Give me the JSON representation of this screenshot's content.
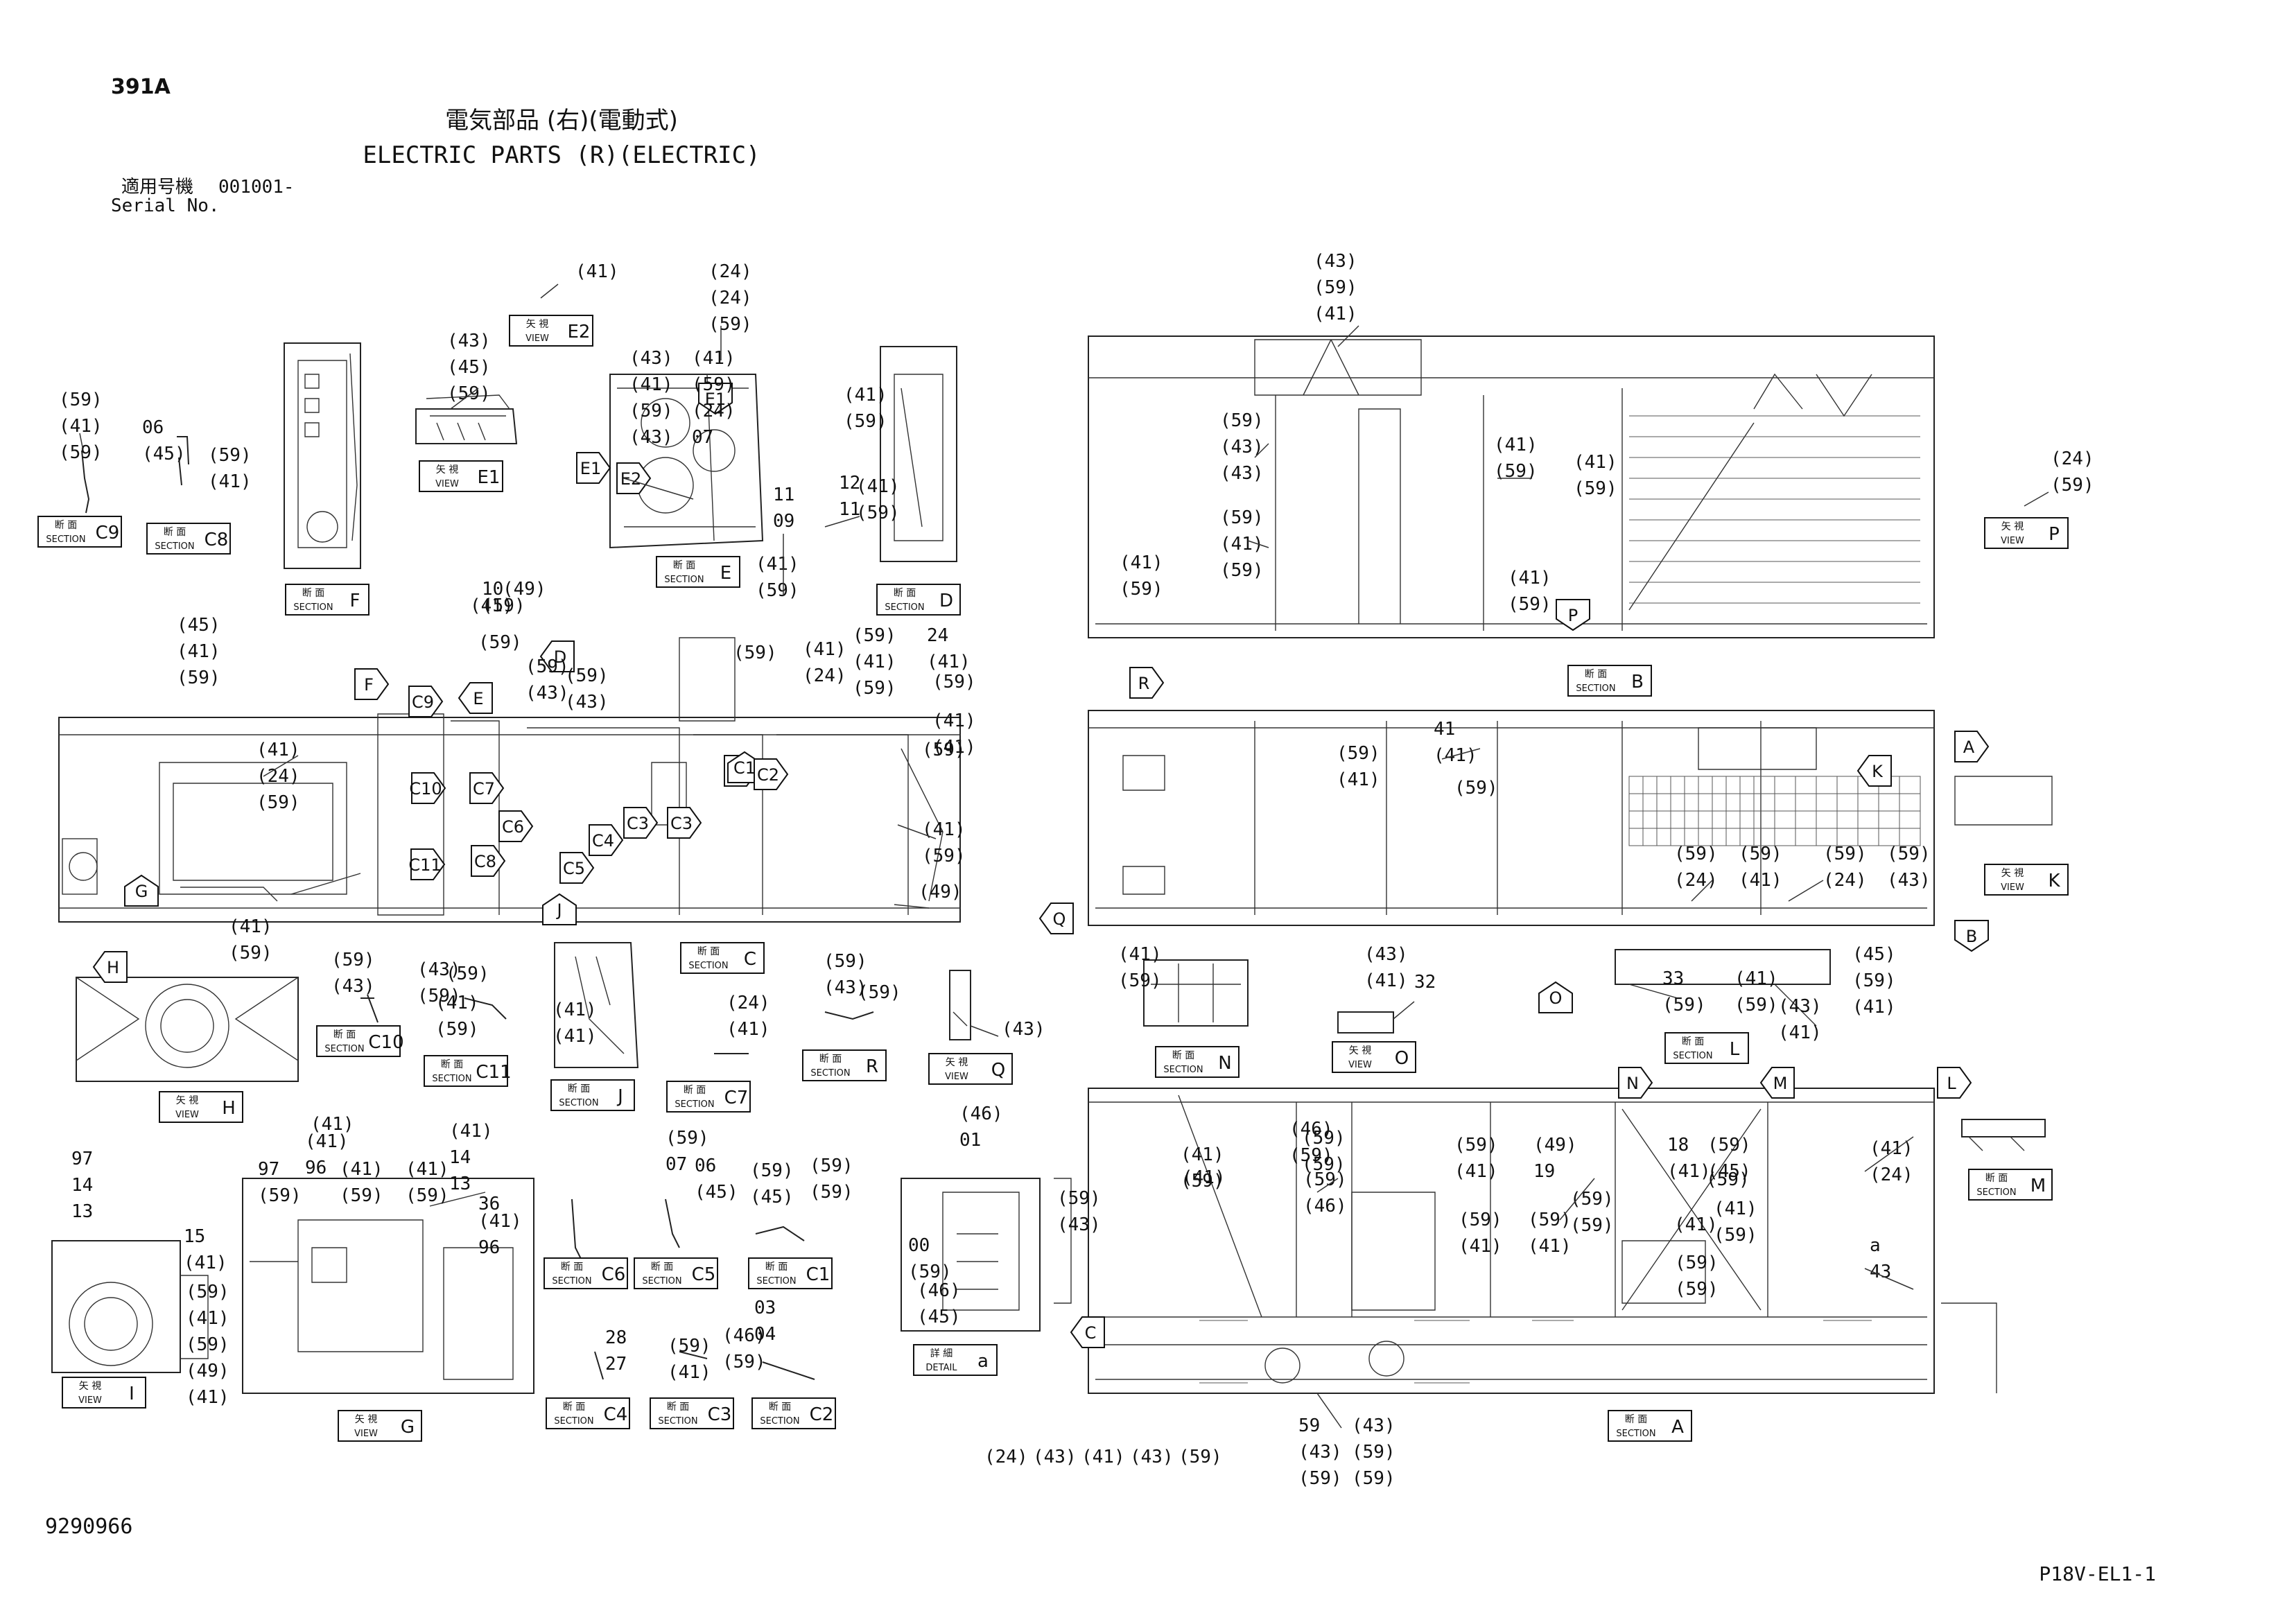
{
  "header": {
    "code": "391A",
    "title_jp": "電気部品 (右)(電動式)",
    "title_en": "ELECTRIC PARTS (R)(ELECTRIC)",
    "serial_jp": "適用号機",
    "serial_value": "001001-",
    "serial_en": "Serial No."
  },
  "footer": {
    "doc_number": "9290966",
    "sheet_code": "P18V-EL1-1"
  },
  "view_labels": [
    {
      "jp": "矢 視",
      "en": "VIEW",
      "letter": "E2"
    },
    {
      "jp": "矢 視",
      "en": "VIEW",
      "letter": "E1"
    },
    {
      "jp": "断 面",
      "en": "SECTION",
      "letter": "C9"
    },
    {
      "jp": "断 面",
      "en": "SECTION",
      "letter": "C8"
    },
    {
      "jp": "断 面",
      "en": "SECTION",
      "letter": "F"
    },
    {
      "jp": "断 面",
      "en": "SECTION",
      "letter": "E"
    },
    {
      "jp": "断 面",
      "en": "SECTION",
      "letter": "D"
    },
    {
      "jp": "断 面",
      "en": "SECTION",
      "letter": "B"
    },
    {
      "jp": "矢 視",
      "en": "VIEW",
      "letter": "P"
    },
    {
      "jp": "矢 視",
      "en": "VIEW",
      "letter": "K"
    },
    {
      "jp": "断 面",
      "en": "SECTION",
      "letter": "C"
    },
    {
      "jp": "断 面",
      "en": "SECTION",
      "letter": "C10"
    },
    {
      "jp": "断 面",
      "en": "SECTION",
      "letter": "C11"
    },
    {
      "jp": "矢 視",
      "en": "VIEW",
      "letter": "H"
    },
    {
      "jp": "断 面",
      "en": "SECTION",
      "letter": "J"
    },
    {
      "jp": "断 面",
      "en": "SECTION",
      "letter": "C7"
    },
    {
      "jp": "断 面",
      "en": "SECTION",
      "letter": "R"
    },
    {
      "jp": "矢 視",
      "en": "VIEW",
      "letter": "Q"
    },
    {
      "jp": "断 面",
      "en": "SECTION",
      "letter": "N"
    },
    {
      "jp": "矢 視",
      "en": "VIEW",
      "letter": "O"
    },
    {
      "jp": "断 面",
      "en": "SECTION",
      "letter": "L"
    },
    {
      "jp": "断 面",
      "en": "SECTION",
      "letter": "M"
    },
    {
      "jp": "断 面",
      "en": "SECTION",
      "letter": "C6"
    },
    {
      "jp": "断 面",
      "en": "SECTION",
      "letter": "C5"
    },
    {
      "jp": "断 面",
      "en": "SECTION",
      "letter": "C1"
    },
    {
      "jp": "詳 細",
      "en": "DETAIL",
      "letter": "a"
    },
    {
      "jp": "矢 視",
      "en": "VIEW",
      "letter": "I"
    },
    {
      "jp": "矢 視",
      "en": "VIEW",
      "letter": "G"
    },
    {
      "jp": "断 面",
      "en": "SECTION",
      "letter": "C4"
    },
    {
      "jp": "断 面",
      "en": "SECTION",
      "letter": "C3"
    },
    {
      "jp": "断 面",
      "en": "SECTION",
      "letter": "C2"
    },
    {
      "jp": "断 面",
      "en": "SECTION",
      "letter": "A"
    }
  ],
  "arrow_tags": [
    "E1",
    "E1",
    "E2",
    "D",
    "F",
    "C9",
    "E",
    "C10",
    "C7",
    "C1",
    "C11",
    "C6",
    "C8",
    "C5",
    "C4",
    "C3",
    "C3",
    "C1",
    "C2",
    "G",
    "J",
    "H",
    "P",
    "R",
    "A",
    "K",
    "Q",
    "B",
    "O",
    "N",
    "M",
    "L",
    "C"
  ],
  "callouts": [
    "(41)",
    "(24)",
    "(24)",
    "(59)",
    "(59)",
    "(41)",
    "(59)",
    "(43)",
    "(45)",
    "(59)",
    "(41)",
    "(59)",
    "(24)",
    "07",
    "06",
    "(45)",
    "(59)",
    "(41)",
    "(43)",
    "(59)",
    "(41)",
    "(59)",
    "(43)",
    "(43)",
    "(59)",
    "(41)",
    "(59)",
    "(41)",
    "(59)",
    "(41)",
    "(59)",
    "(41)",
    "(59)",
    "(41)",
    "(59)",
    "(24)",
    "(59)",
    "(41)",
    "(59)",
    "(41)",
    "(59)",
    "(43)",
    "(41)",
    "(59)",
    "(43)",
    "(41)",
    "(59)",
    "12",
    "11",
    "11",
    "09",
    "10",
    "(59)",
    "(49)",
    "(41)",
    "(59)",
    "(45)",
    "(41)",
    "(59)",
    "(59)",
    "(43)",
    "(59)",
    "(43)",
    "(59)",
    "(41)",
    "(24)",
    "(59)",
    "(41)",
    "(59)",
    "24",
    "(41)",
    "(59)",
    "(41)",
    "(41)",
    "(59)",
    "(41)",
    "(59)",
    "(49)",
    "(41)",
    "(24)",
    "(59)",
    "(41)",
    "(59)",
    "41",
    "(41)",
    "(59)",
    "(59)",
    "(41)",
    "(59)",
    "(24)",
    "(59)",
    "(41)",
    "(59)",
    "(24)",
    "(59)",
    "(43)",
    "(41)",
    "(59)",
    "(43)",
    "(41)",
    "32",
    "33",
    "(59)",
    "(41)",
    "(59)",
    "(45)",
    "(59)",
    "(41)",
    "(43)",
    "(41)",
    "(59)",
    "(43)",
    "(43)",
    "(59)",
    "(59)",
    "(41)",
    "(59)",
    "(41)",
    "(41)",
    "(24)",
    "(41)",
    "(59)",
    "(43)",
    "(59)",
    "(43)",
    "(59)",
    "(41)",
    "(59)",
    "(59)",
    "(41)",
    "(41)",
    "96",
    "97",
    "(59)",
    "(41)",
    "(59)",
    "(41)",
    "(59)",
    "(41)",
    "14",
    "13",
    "36",
    "(41)",
    "96",
    "97",
    "14",
    "13",
    "15",
    "(41)",
    "(59)",
    "(41)",
    "(59)",
    "(49)",
    "(41)",
    "(59)",
    "07",
    "06",
    "(45)",
    "(59)",
    "(45)",
    "(59)",
    "(59)",
    "(46)",
    "01",
    "00",
    "(59)",
    "(46)",
    "(45)",
    "(59)",
    "(43)",
    "28",
    "27",
    "(59)",
    "(41)",
    "(46)",
    "(59)",
    "03",
    "04",
    "(46)",
    "(59)",
    "(59)",
    "(46)",
    "(41)",
    "(59)",
    "(41)",
    "(59)",
    "(41)",
    "(59)",
    "(41)",
    "(59)",
    "(59)",
    "(49)",
    "19",
    "18",
    "(41)",
    "(59)",
    "(45)",
    "(59)",
    "(41)",
    "(59)",
    "(41)",
    "(59)",
    "(59)",
    "(41)",
    "(24)",
    "a",
    "43",
    "59",
    "(43)",
    "(59)",
    "(43)",
    "(59)",
    "(59)",
    "(24)",
    "(43)",
    "(41)",
    "(43)",
    "(59)"
  ]
}
